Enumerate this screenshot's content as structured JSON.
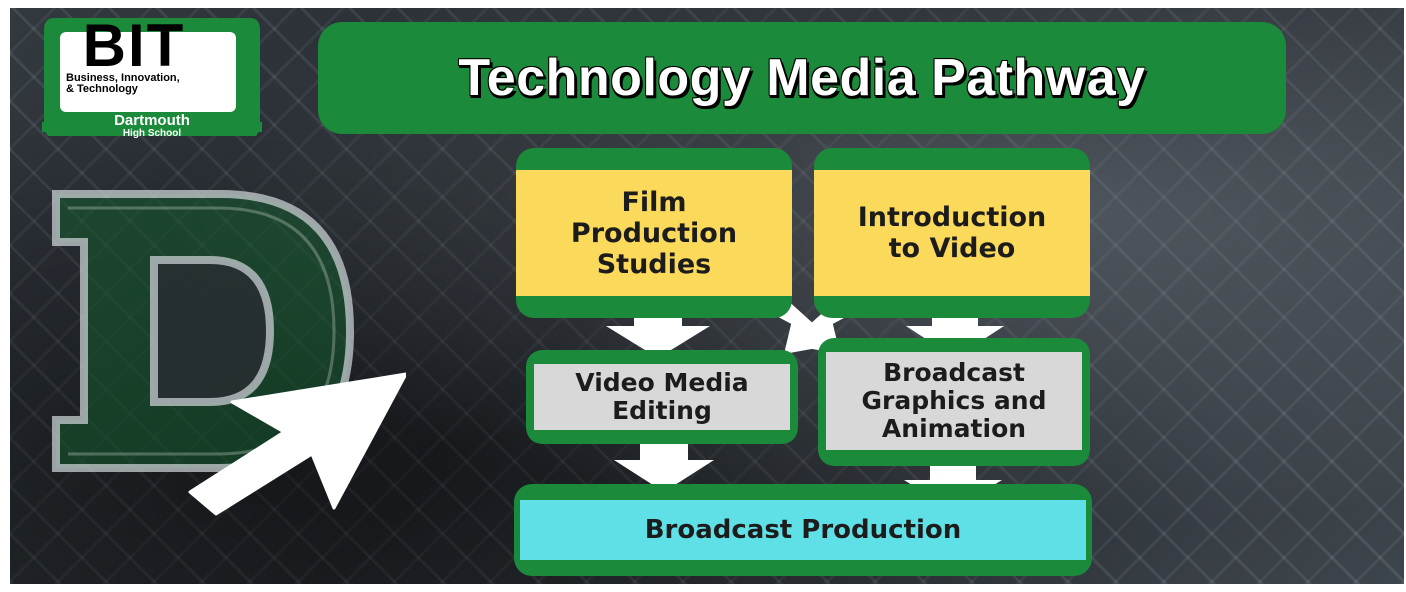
{
  "colors": {
    "green": "#1b8a3a",
    "dark_green": "#0f5f22",
    "yellow": "#fbd95a",
    "gray": "#d8d8d8",
    "cyan": "#5fe0e6",
    "white": "#ffffff"
  },
  "logo": {
    "abbr": "BIT",
    "subtitle_line1": "Business, Innovation,",
    "subtitle_line2": "& Technology",
    "school": "Dartmouth",
    "school_sub": "High School"
  },
  "title": "Technology Media Pathway",
  "decor": {
    "letter": "D",
    "pointer_icon": "cursor-arrow-icon"
  },
  "nodes": {
    "film": "Film\nProduction\nStudies",
    "intro": "Introduction\nto Video",
    "editing": "Video Media\nEditing",
    "graphics": "Broadcast\nGraphics and\nAnimation",
    "production": "Broadcast Production"
  },
  "edges": [
    {
      "from": "film",
      "to": "editing"
    },
    {
      "from": "film",
      "to": "graphics"
    },
    {
      "from": "intro",
      "to": "editing"
    },
    {
      "from": "intro",
      "to": "graphics"
    },
    {
      "from": "editing",
      "to": "production"
    },
    {
      "from": "graphics",
      "to": "production"
    }
  ]
}
